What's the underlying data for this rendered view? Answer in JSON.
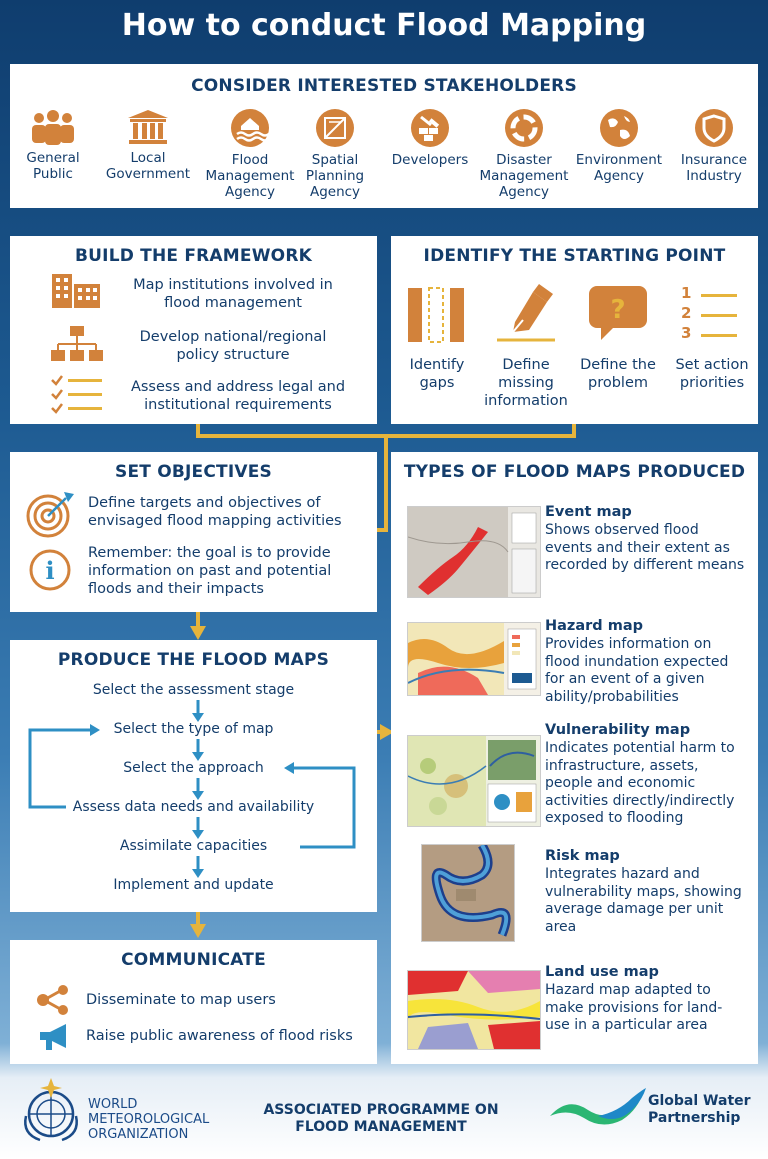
{
  "title": "How to conduct Flood Mapping",
  "stakeholders": {
    "title": "CONSIDER INTERESTED STAKEHOLDERS",
    "items": [
      {
        "label": "General Public",
        "icon": "people-icon"
      },
      {
        "label": "Local Government",
        "icon": "government-building-icon"
      },
      {
        "label": "Flood Management Agency",
        "icon": "flood-icon"
      },
      {
        "label": "Spatial Planning Agency",
        "icon": "planning-icon"
      },
      {
        "label": "Developers",
        "icon": "construction-icon"
      },
      {
        "label": "Disaster Management Agency",
        "icon": "lifebuoy-icon"
      },
      {
        "label": "Environment Agency",
        "icon": "globe-icon"
      },
      {
        "label": "Insurance Industry",
        "icon": "shield-icon"
      }
    ]
  },
  "framework": {
    "title": "BUILD THE FRAMEWORK",
    "items": [
      {
        "text": "Map institutions involved in flood management",
        "icon": "buildings-icon"
      },
      {
        "text": "Develop national/regional policy structure",
        "icon": "hierarchy-icon"
      },
      {
        "text": "Assess and address legal and institutional requirements",
        "icon": "checklist-icon"
      }
    ]
  },
  "starting_point": {
    "title": "IDENTIFY THE STARTING POINT",
    "items": [
      {
        "text": "Identify gaps",
        "icon": "gaps-icon"
      },
      {
        "text": "Define missing information",
        "icon": "pen-icon"
      },
      {
        "text": "Define the problem",
        "icon": "question-bubble-icon"
      },
      {
        "text": "Set action priorities",
        "icon": "numbered-list-icon"
      }
    ],
    "numbers": [
      "1",
      "2",
      "3"
    ]
  },
  "objectives": {
    "title": "SET OBJECTIVES",
    "items": [
      {
        "text": "Define targets and objectives of envisaged flood mapping activities",
        "icon": "target-icon"
      },
      {
        "text": "Remember: the goal is to provide information on past and potential floods and their impacts",
        "icon": "info-icon"
      }
    ],
    "info_glyph": "i"
  },
  "produce": {
    "title": "PRODUCE THE FLOOD MAPS",
    "steps": [
      "Select the assessment stage",
      "Select the type of map",
      "Select the approach",
      "Assess data needs and availability",
      "Assimilate capacities",
      "Implement and update"
    ]
  },
  "communicate": {
    "title": "COMMUNICATE",
    "items": [
      {
        "text": "Disseminate to map users",
        "icon": "share-icon"
      },
      {
        "text": "Raise public awareness of flood risks",
        "icon": "megaphone-icon"
      }
    ]
  },
  "map_types": {
    "title": "TYPES OF FLOOD MAPS PRODUCED",
    "items": [
      {
        "name": "Event map",
        "desc": "Shows observed flood events and their extent as recorded by different means"
      },
      {
        "name": "Hazard map",
        "desc": "Provides information on flood inundation expected for an event of a given ability/probabilities"
      },
      {
        "name": "Vulnerability map",
        "desc": "Indicates potential harm to infrastructure, assets, people and economic activities directly/indirectly exposed to flooding"
      },
      {
        "name": "Risk map",
        "desc": "Integrates hazard and vulnerability maps, showing average damage per unit area"
      },
      {
        "name": "Land use map",
        "desc": "Hazard map adapted to make provisions for land-use in a particular area"
      }
    ]
  },
  "footer": {
    "wmo": [
      "WORLD",
      "METEOROLOGICAL",
      "ORGANIZATION"
    ],
    "programme": [
      "ASSOCIATED PROGRAMME ON",
      "FLOOD MANAGEMENT"
    ],
    "gwp": [
      "Global Water",
      "Partnership"
    ]
  },
  "colors": {
    "navy": "#143d6b",
    "orange": "#d2823b",
    "gold": "#e6b43c",
    "arrow_blue": "#2e8fc4"
  }
}
